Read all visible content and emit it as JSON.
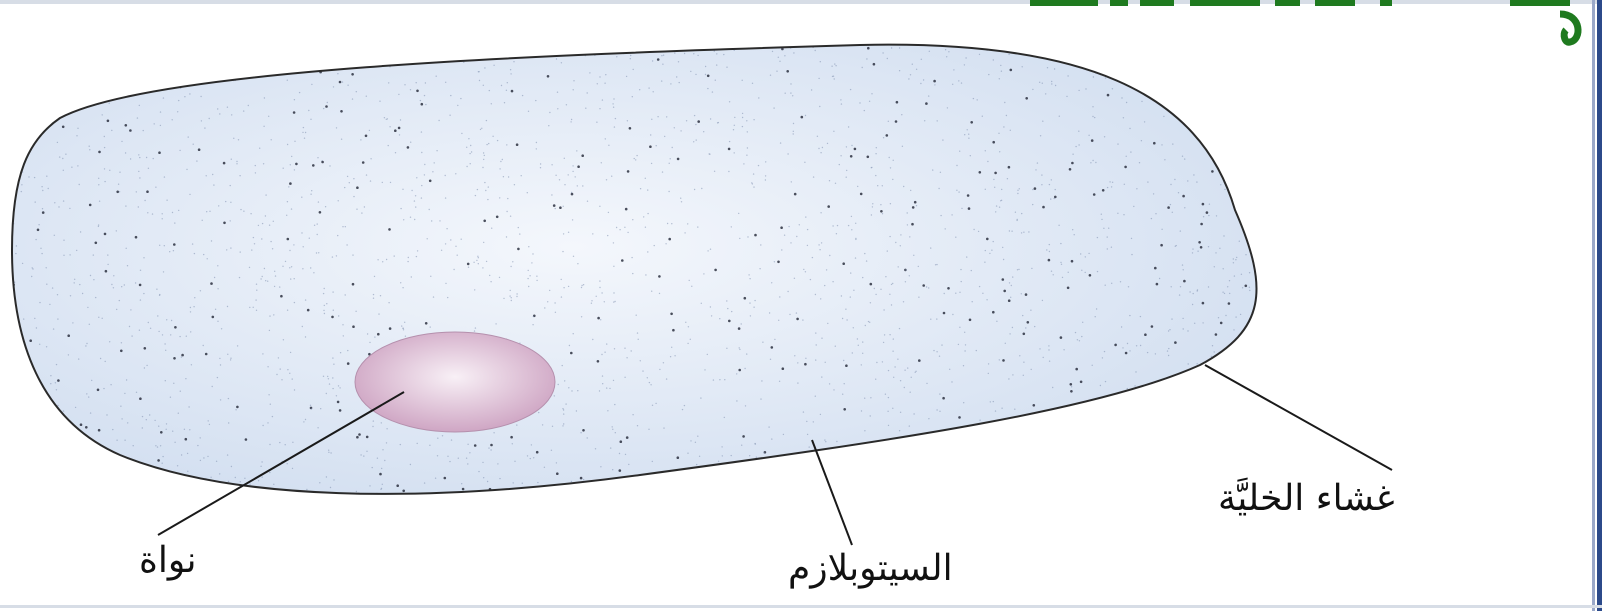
{
  "diagram": {
    "labels": {
      "nucleus": "نواة",
      "cytoplasm": "السيتوبلازم",
      "cell_membrane": "غشاء الخليَّة"
    }
  },
  "colors": {
    "cytoplasm_fill": "#dce6f4",
    "cytoplasm_center": "#f4f7fc",
    "nucleus_fill": "#d9b6d0",
    "nucleus_center": "#f8f0f6",
    "outline": "#2a2a2a",
    "header_text": "#1f7a1f",
    "frame": "#2c4a8a"
  }
}
